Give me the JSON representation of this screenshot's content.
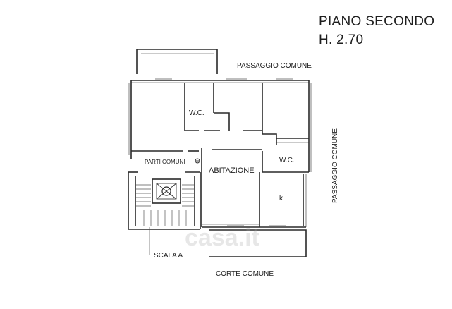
{
  "title": {
    "floor": "PIANO SECONDO",
    "height": "H. 2.70"
  },
  "labels": {
    "passaggio_top": "PASSAGGIO COMUNE",
    "passaggio_side": "PASSAGGIO COMUNE",
    "wc_1": "W.C.",
    "wc_2": "W.C.",
    "parti_comuni": "PARTI COMUNI",
    "abitazione": "ABITAZIONE",
    "kitchen": "k",
    "scala": "SCALA A",
    "corte": "CORTE COMUNE"
  },
  "watermark": "casa.it",
  "colors": {
    "wall": "#2a2a2a",
    "line": "#555555",
    "background": "#ffffff"
  }
}
